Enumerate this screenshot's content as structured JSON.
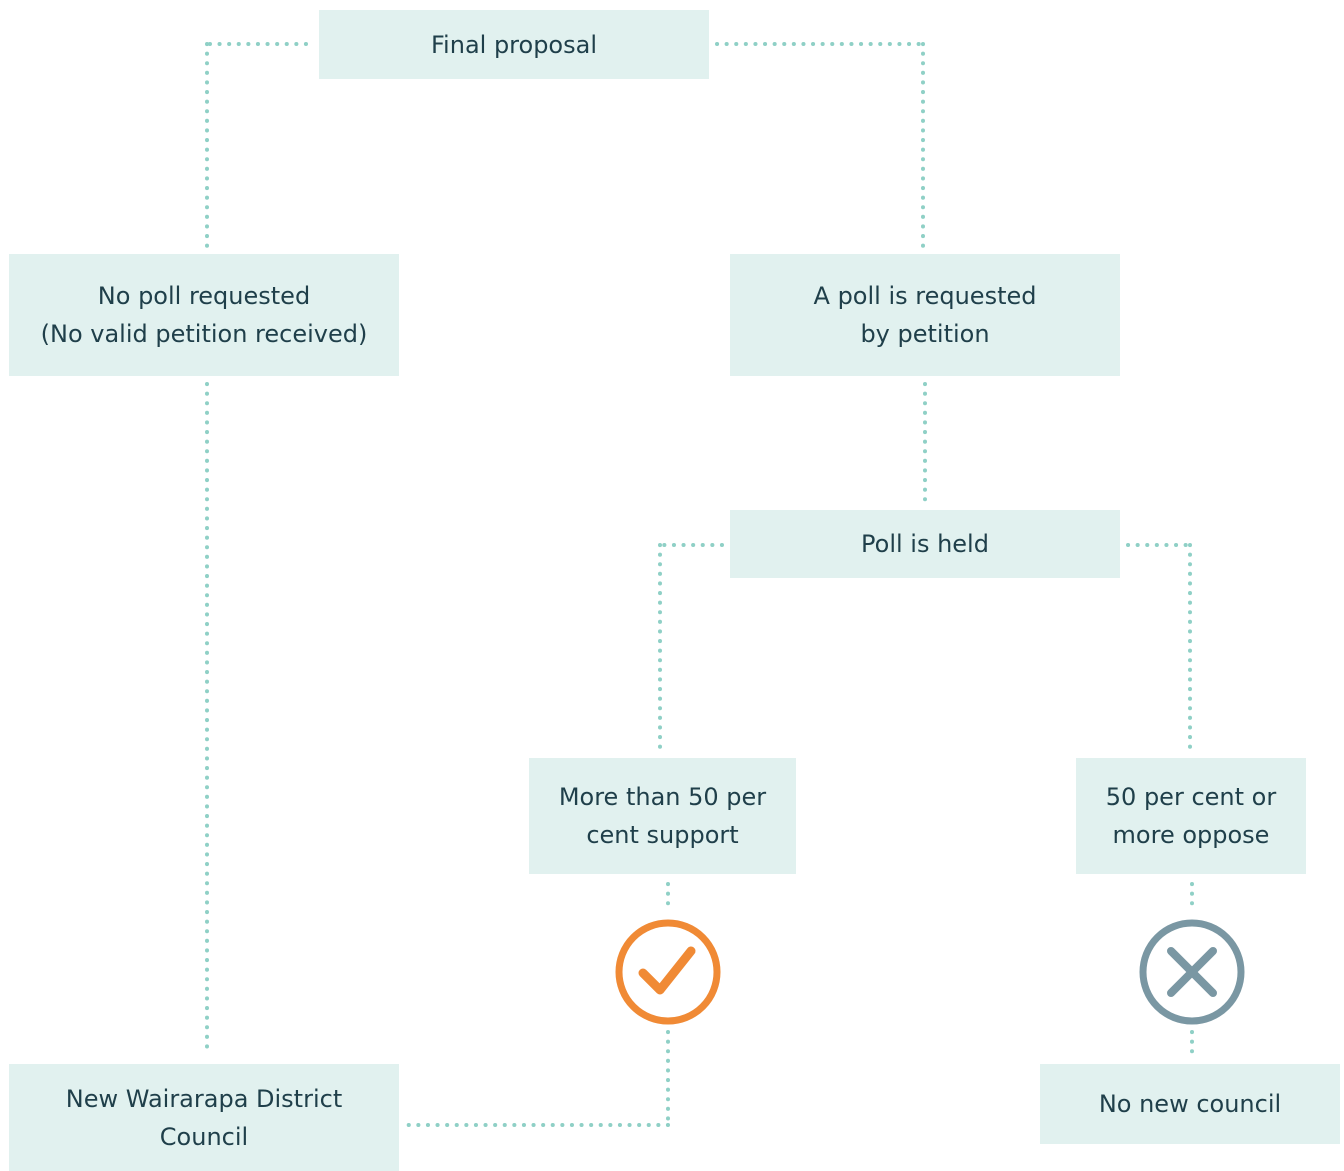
{
  "colors": {
    "box_background": "#e1f1ef",
    "text": "#1f3f4a",
    "connector_dots": "#8fd0c6",
    "check_accent": "#f08a35",
    "cross_accent": "#7a97a3"
  },
  "nodes": {
    "final_proposal": {
      "line1": "Final proposal"
    },
    "no_poll": {
      "line1": "No poll requested",
      "line2": "(No valid petition received)"
    },
    "poll_requested": {
      "line1": "A poll is requested",
      "line2": "by petition"
    },
    "poll_held": {
      "line1": "Poll is held"
    },
    "support": {
      "line1": "More than 50 per",
      "line2": "cent support"
    },
    "oppose": {
      "line1": "50 per cent or",
      "line2": "more oppose"
    },
    "new_council": {
      "line1": "New Wairarapa District",
      "line2": "Council"
    },
    "no_new_council": {
      "line1": "No new council"
    }
  },
  "icons": {
    "approve": "check-circle-icon",
    "reject": "cross-circle-icon"
  }
}
